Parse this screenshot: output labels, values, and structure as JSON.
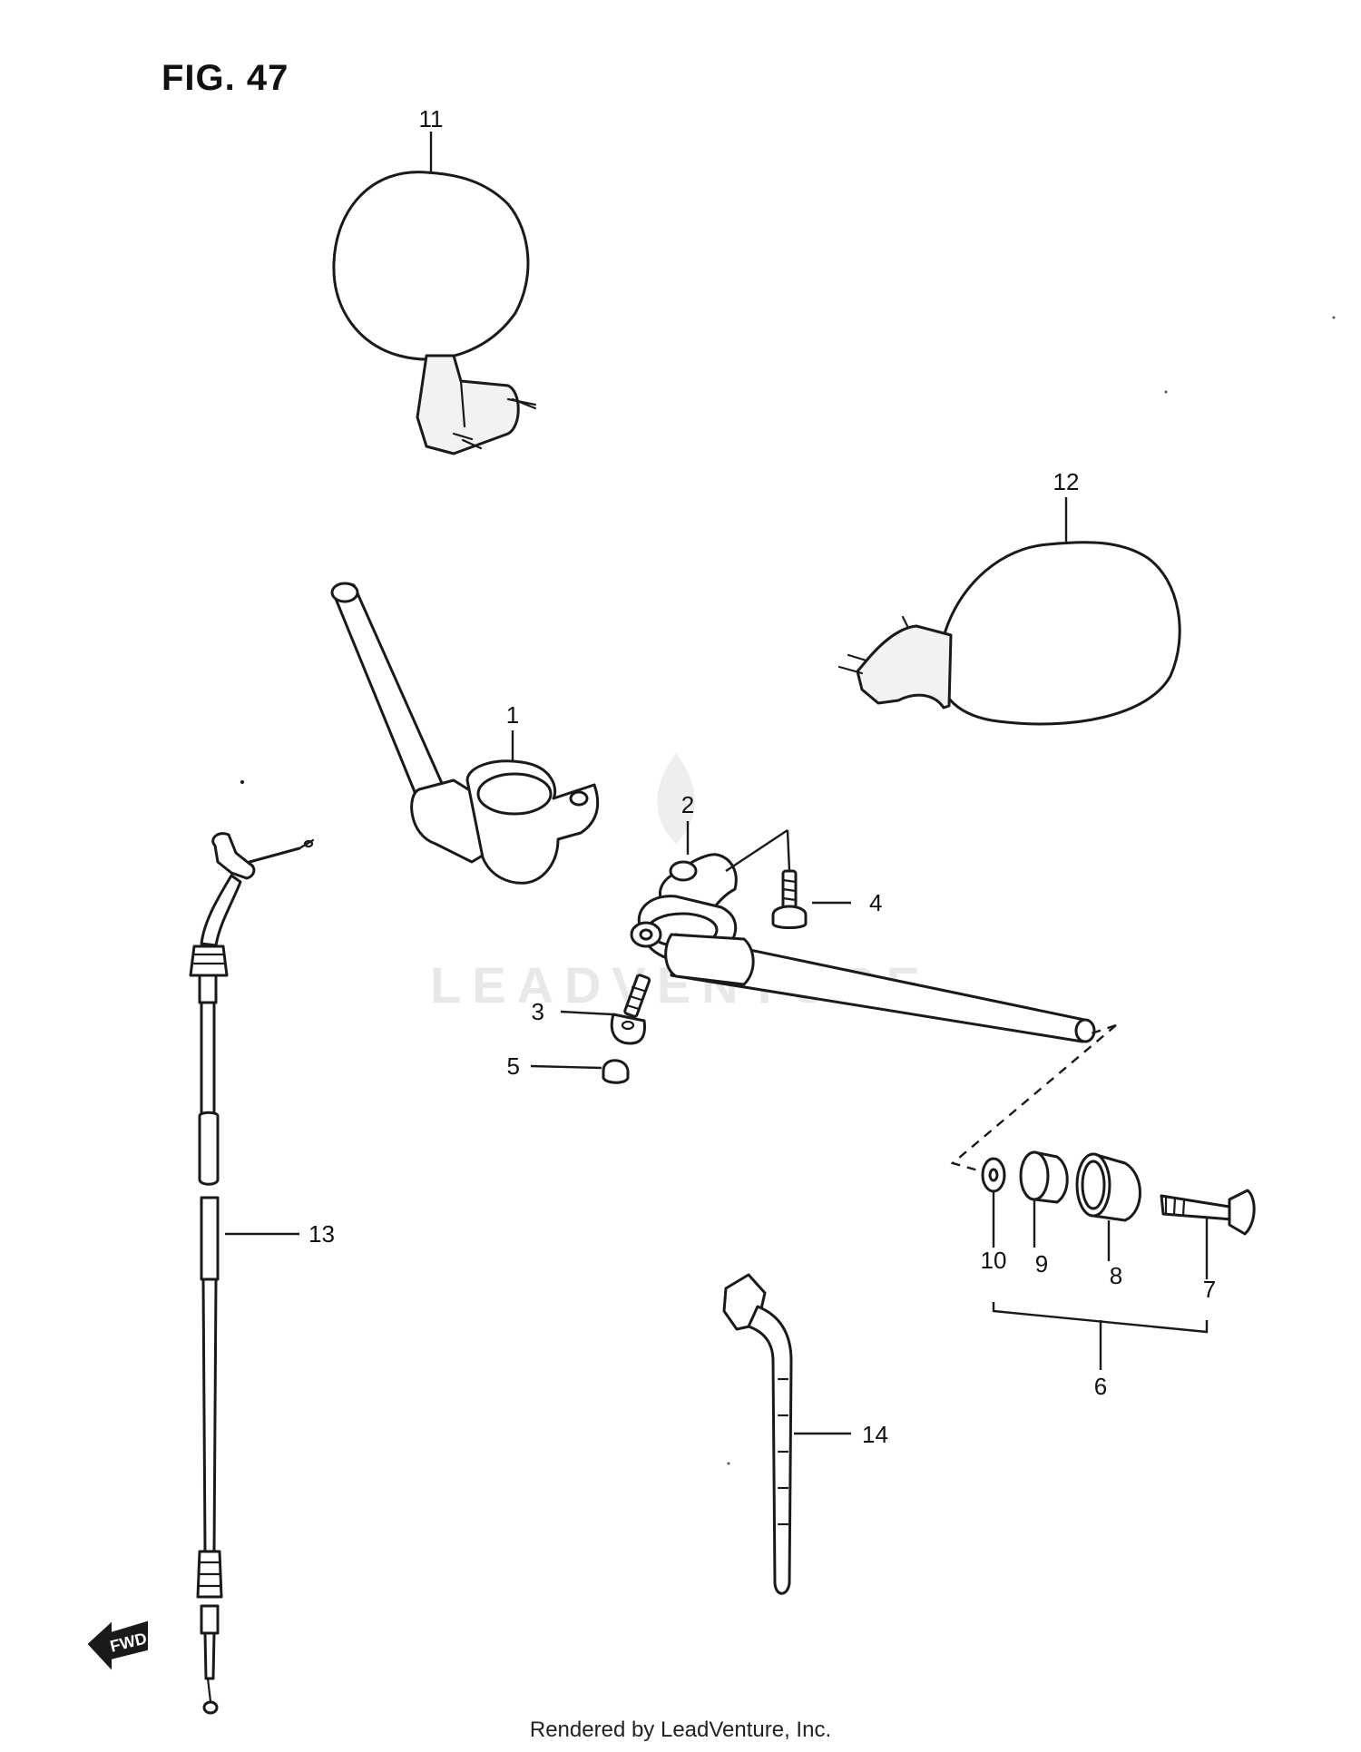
{
  "figure": {
    "title": "FIG. 47"
  },
  "footer": {
    "credit": "Rendered by LeadVenture, Inc."
  },
  "watermark": {
    "text": "LEADVENTURE"
  },
  "direction_arrow": {
    "label": "FWD",
    "icon": "fwd-arrow-icon"
  },
  "callouts": {
    "c1": "1",
    "c2": "2",
    "c3": "3",
    "c4": "4",
    "c5": "5",
    "c6": "6",
    "c7": "7",
    "c8": "8",
    "c9": "9",
    "c10": "10",
    "c11": "11",
    "c12": "12",
    "c13": "13",
    "c14": "14"
  }
}
